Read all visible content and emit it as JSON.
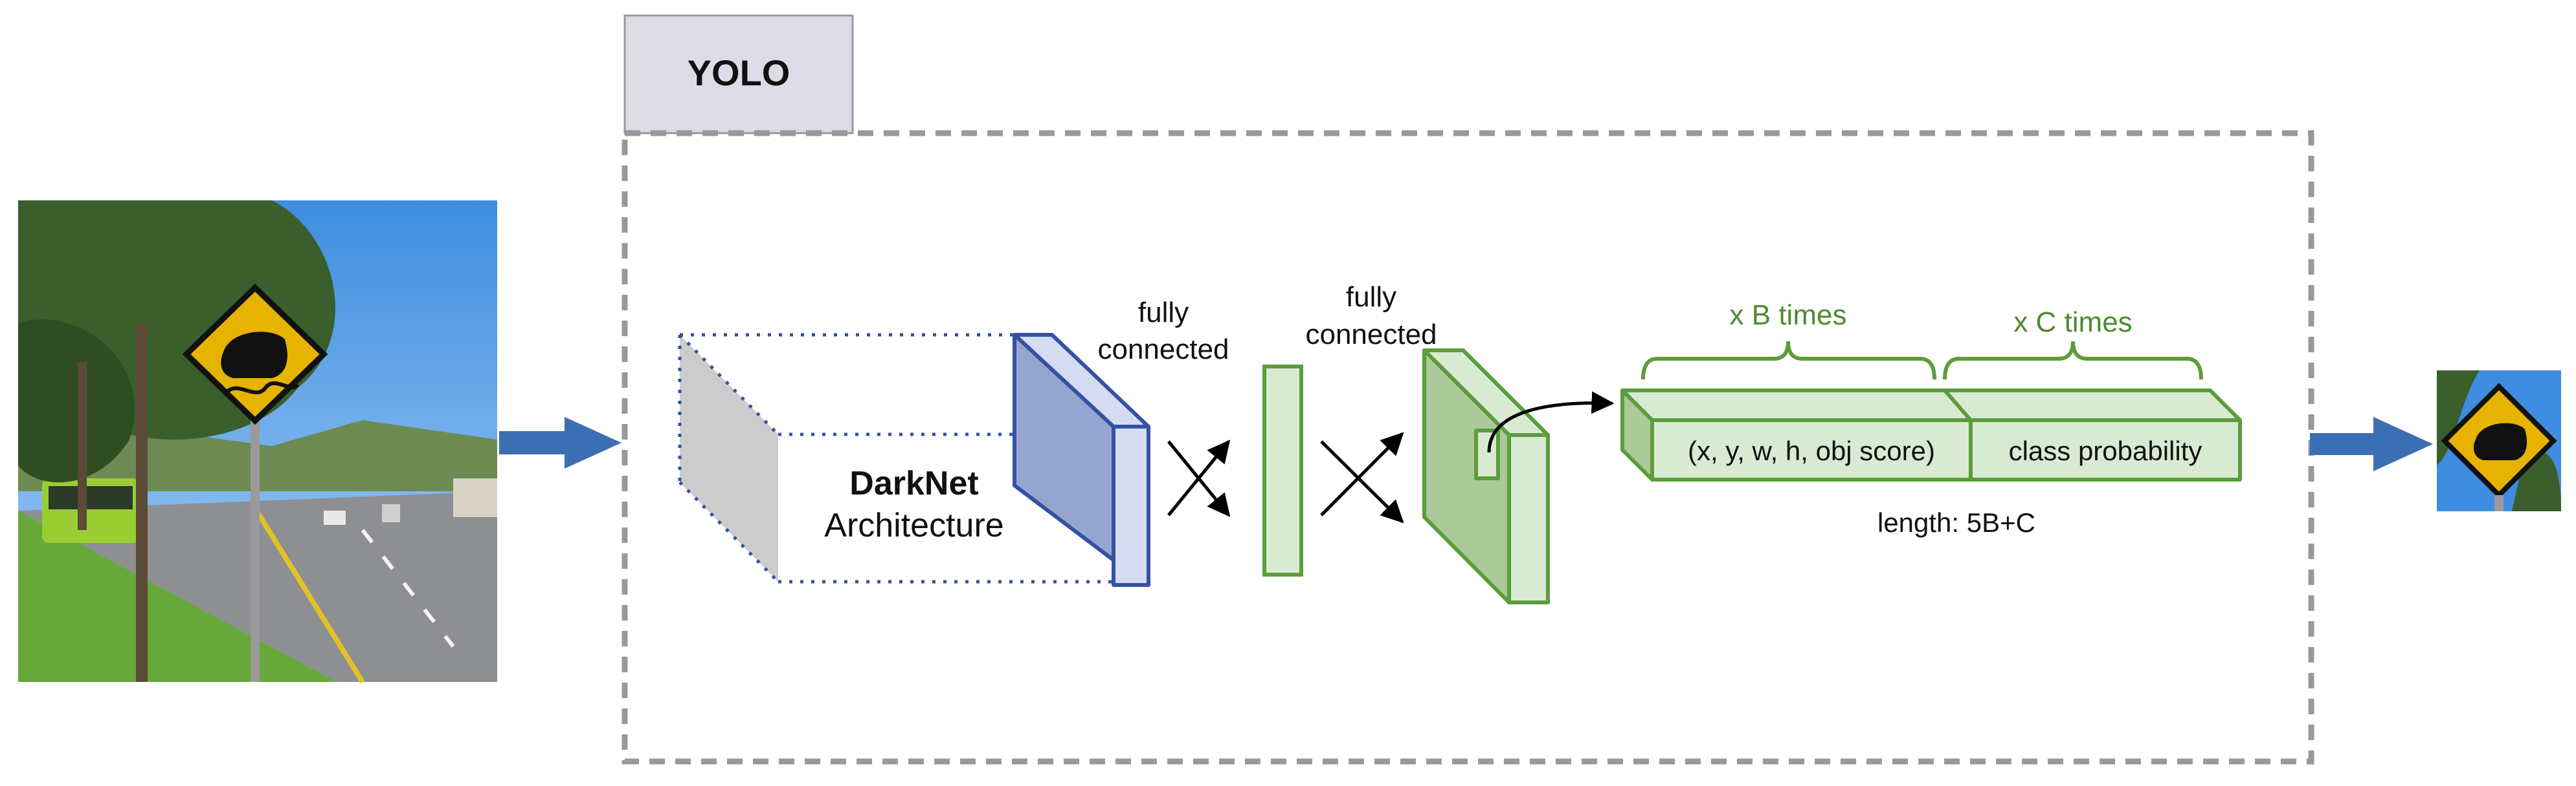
{
  "title_tab": {
    "label": "YOLO"
  },
  "darknet": {
    "name": "DarkNet",
    "subtitle": "Architecture"
  },
  "fc1": {
    "line1": "fully",
    "line2": "connected"
  },
  "fc2": {
    "line1": "fully",
    "line2": "connected"
  },
  "output": {
    "bbox_brace_label": "x B times",
    "class_brace_label": "x C times",
    "bbox_cell": "(x, y, w, h, obj score)",
    "class_cell": "class probability",
    "length_label": "length: 5B+C"
  },
  "colors": {
    "frame": "#999999",
    "arrow": "#3c6eb4",
    "darknet_fill": "#95a5cf",
    "darknet_edge": "#3451a3",
    "green_fill": "#d9ead3",
    "green_edge": "#5b9d3c",
    "green_text": "#4f8a2f",
    "tab_fill": "#dcdbe6"
  }
}
